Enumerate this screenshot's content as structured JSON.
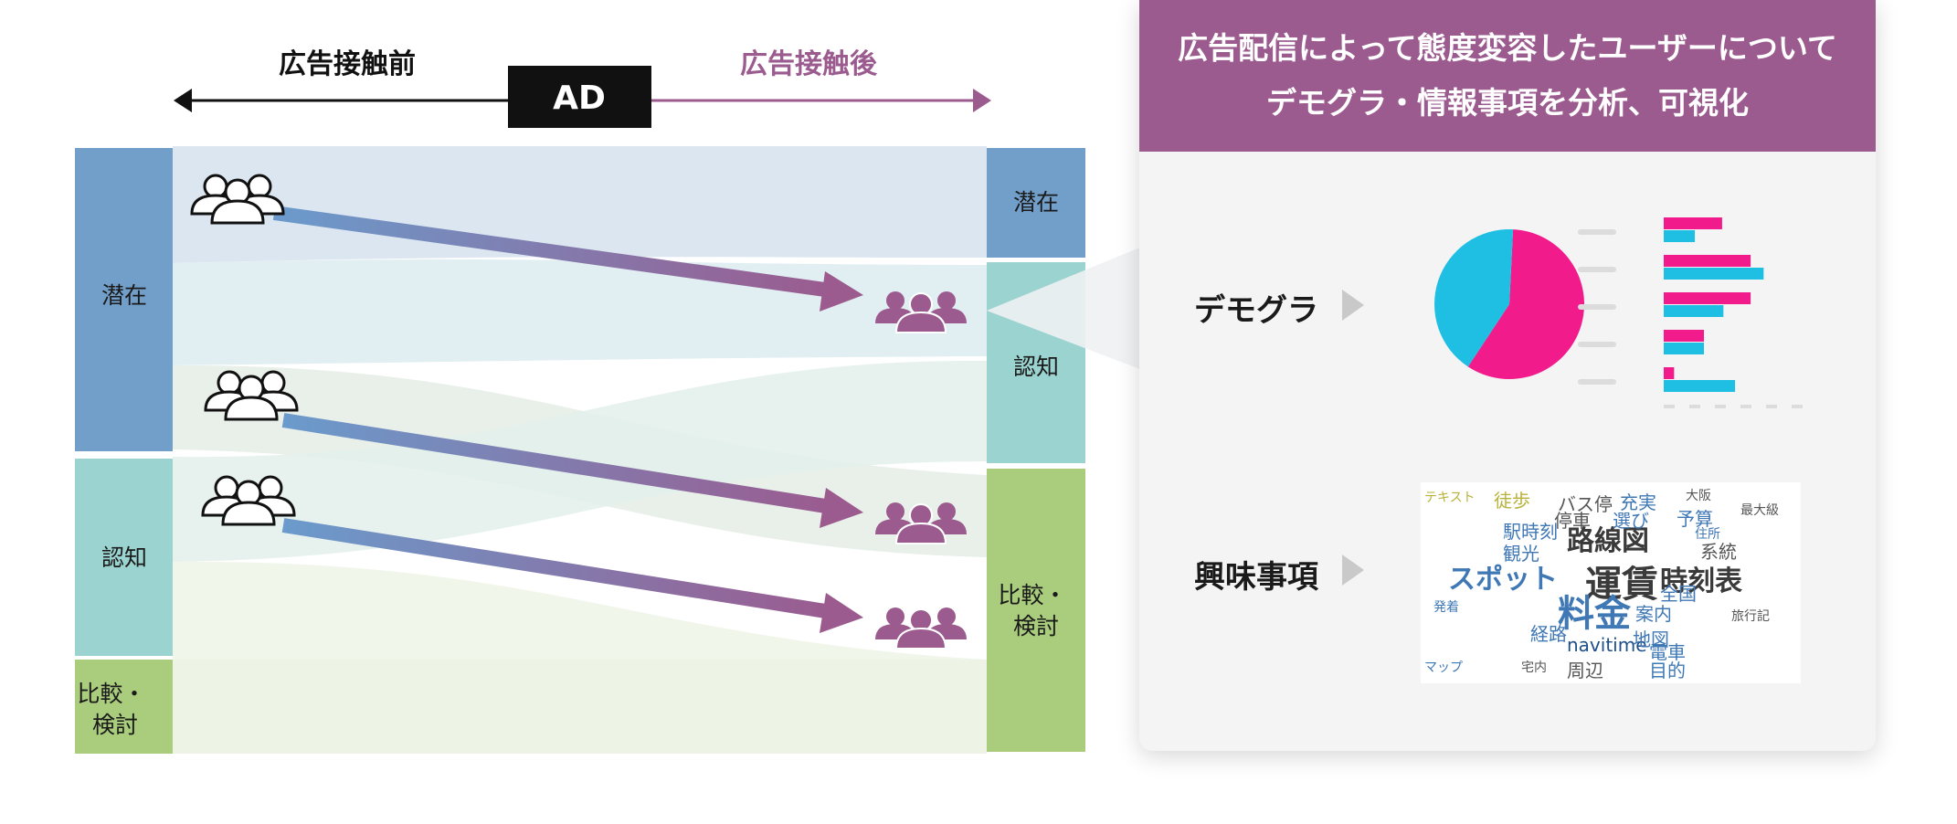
{
  "header": {
    "before_label": "広告接触前",
    "ad_label": "AD",
    "after_label": "広告接触後"
  },
  "left_stages": [
    "潜在",
    "認知",
    "比較・\n検討"
  ],
  "right_stages": [
    "潜在",
    "認知",
    "比較・\n検討"
  ],
  "panel": {
    "title_line1": "広告配信によって態度変容したユーザーについて",
    "title_line2": "デモグラ・情報事項を分析、可視化",
    "demographics_label": "デモグラ",
    "interests_label": "興味事項"
  },
  "colors": {
    "latent": "#729fc9",
    "aware": "#9ad3cf",
    "compare": "#a9cd7d",
    "accent": "#9b5b8f",
    "pie_cyan": "#1fbfe4",
    "pie_pink": "#f21b8c"
  },
  "pie": {
    "slices": [
      {
        "name": "pink",
        "fraction": 0.585
      },
      {
        "name": "cyan",
        "fraction": 0.415
      }
    ]
  },
  "bars": {
    "pink": [
      0.45,
      0.67,
      0.67,
      0.31,
      0.08
    ],
    "cyan": [
      0.24,
      0.77,
      0.46,
      0.31,
      0.55
    ]
  },
  "wordcloud": [
    {
      "t": "運賃",
      "c": "#3a3a3a",
      "big": 3
    },
    {
      "t": "路線図",
      "c": "#3a3a3a",
      "big": 2
    },
    {
      "t": "時刻表",
      "c": "#3a3a3a",
      "big": 2
    },
    {
      "t": "スポット",
      "c": "#3f78b5",
      "big": 2
    },
    {
      "t": "料金",
      "c": "#3f78b5",
      "big": 3
    },
    {
      "t": "navitime",
      "c": "#1f4f8a",
      "big": 1
    },
    {
      "t": "バス停",
      "c": "#555555",
      "big": 1
    },
    {
      "t": "観光",
      "c": "#3f78b5",
      "big": 1
    },
    {
      "t": "駅時刻",
      "c": "#3f78b5",
      "big": 1
    },
    {
      "t": "停車",
      "c": "#555555",
      "big": 1
    },
    {
      "t": "充実",
      "c": "#3f78b5",
      "big": 1
    },
    {
      "t": "選び",
      "c": "#3f78b5",
      "big": 1
    },
    {
      "t": "予算",
      "c": "#3f78b5",
      "big": 1
    },
    {
      "t": "系統",
      "c": "#555555",
      "big": 1
    },
    {
      "t": "案内",
      "c": "#3f78b5",
      "big": 1
    },
    {
      "t": "地図",
      "c": "#3f78b5",
      "big": 1
    },
    {
      "t": "経路",
      "c": "#3f78b5",
      "big": 1
    },
    {
      "t": "電車",
      "c": "#3f78b5",
      "big": 1
    },
    {
      "t": "周辺",
      "c": "#555555",
      "big": 1
    },
    {
      "t": "全国",
      "c": "#3f78b5",
      "big": 1
    },
    {
      "t": "目的",
      "c": "#3f78b5",
      "big": 1
    },
    {
      "t": "徒歩",
      "c": "#b8b23a",
      "big": 1
    },
    {
      "t": "テキスト",
      "c": "#b8b23a",
      "big": 0
    },
    {
      "t": "住所",
      "c": "#3f78b5",
      "big": 0
    },
    {
      "t": "発着",
      "c": "#3f78b5",
      "big": 0
    },
    {
      "t": "旅行記",
      "c": "#555555",
      "big": 0
    },
    {
      "t": "マップ",
      "c": "#3f78b5",
      "big": 0
    },
    {
      "t": "宅内",
      "c": "#555555",
      "big": 0
    },
    {
      "t": "最大級",
      "c": "#555555",
      "big": 0
    },
    {
      "t": "大阪",
      "c": "#555555",
      "big": 0
    }
  ]
}
